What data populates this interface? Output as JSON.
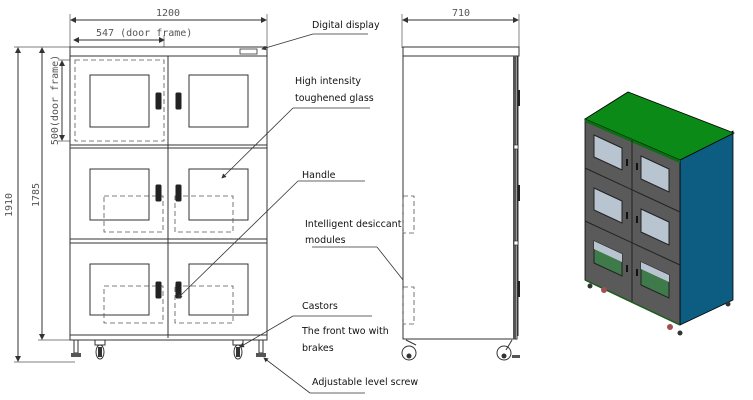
{
  "dimensions": {
    "front_width": "1200",
    "door_frame_width": "547 (door frame)",
    "door_frame_height": "500(door frame)",
    "total_height": "1910",
    "body_height": "1785",
    "side_depth": "710"
  },
  "callouts": {
    "digital_display": "Digital display",
    "glass_line1": "High intensity",
    "glass_line2": "toughened glass",
    "handle": "Handle",
    "desiccant_line1": "Intelligent desiccant",
    "desiccant_line2": "modules",
    "castors": "Castors",
    "brakes_line1": "The front two with",
    "brakes_line2": "brakes",
    "level_screw": "Adjustable level screw"
  },
  "render_colors": {
    "top": "#0c8a17",
    "side": "#0d5c82",
    "front": "#5a5a5a",
    "glass": "#b8c4d0",
    "glass_floor": "#3f7a4a"
  }
}
